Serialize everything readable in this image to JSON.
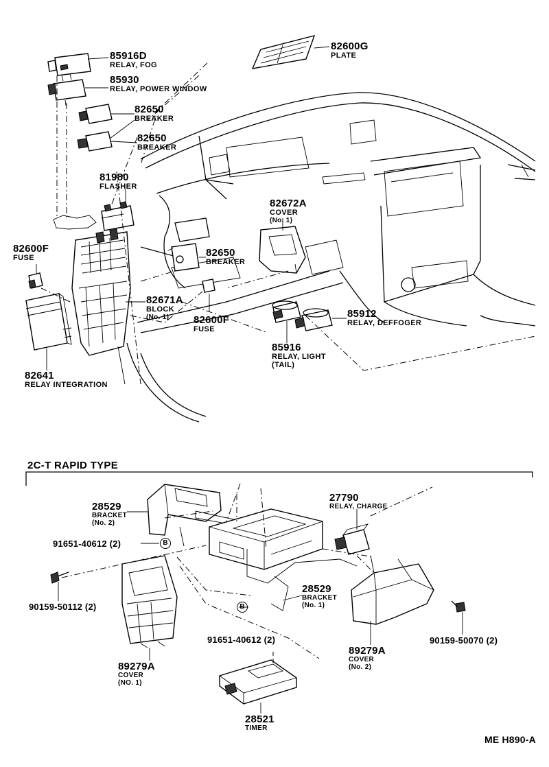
{
  "labels": {
    "p85916d": {
      "num": "85916D",
      "desc": "RELAY, FOG"
    },
    "p85930": {
      "num": "85930",
      "desc": "RELAY, POWER WINDOW"
    },
    "p82650a": {
      "num": "82650",
      "desc": "BREAKER"
    },
    "p82650b": {
      "num": "82650",
      "desc": "BREAKER"
    },
    "p81980": {
      "num": "81980",
      "desc": "FLASHER"
    },
    "p82600g": {
      "num": "82600G",
      "desc": "PLATE"
    },
    "p82672a": {
      "num": "82672A",
      "desc": "COVER",
      "desc2": "(No. 1)"
    },
    "p82650c": {
      "num": "82650",
      "desc": "BREAKER"
    },
    "p82600f_left": {
      "num": "82600F",
      "desc": "FUSE"
    },
    "p82671a": {
      "num": "82671A",
      "desc": "BLOCK",
      "desc2": "(No. 1)"
    },
    "p82600f_mid": {
      "num": "82600F",
      "desc": "FUSE"
    },
    "p85912": {
      "num": "85912",
      "desc": "RELAY, DEFFOGER"
    },
    "p85916": {
      "num": "85916",
      "desc": "RELAY, LIGHT",
      "desc2": "(TAIL)"
    },
    "p82641": {
      "num": "82641",
      "desc": "RELAY INTEGRATION"
    },
    "p28529_no2": {
      "num": "28529",
      "desc": "BRACKET",
      "desc2": "(No. 2)"
    },
    "p27790": {
      "num": "27790",
      "desc": "RELAY, CHARGE"
    },
    "p91651_top": {
      "num": "91651-40612 (2)"
    },
    "p90159_50112": {
      "num": "90159-50112 (2)"
    },
    "p28529_no1": {
      "num": "28529",
      "desc": "BRACKET",
      "desc2": "(No. 1)"
    },
    "p91651_bot": {
      "num": "91651-40612 (2)"
    },
    "p89279a_no2": {
      "num": "89279A",
      "desc": "COVER",
      "desc2": "(No. 2)"
    },
    "p90159_50070": {
      "num": "90159-50070 (2)"
    },
    "p89279a_no1": {
      "num": "89279A",
      "desc": "COVER",
      "desc2": "(NO. 1)"
    },
    "p28521": {
      "num": "28521",
      "desc": "TIMER"
    }
  },
  "section_title": "2C-T RAPID TYPE",
  "b_marker": "B",
  "drawing_code": "ME H890-A"
}
